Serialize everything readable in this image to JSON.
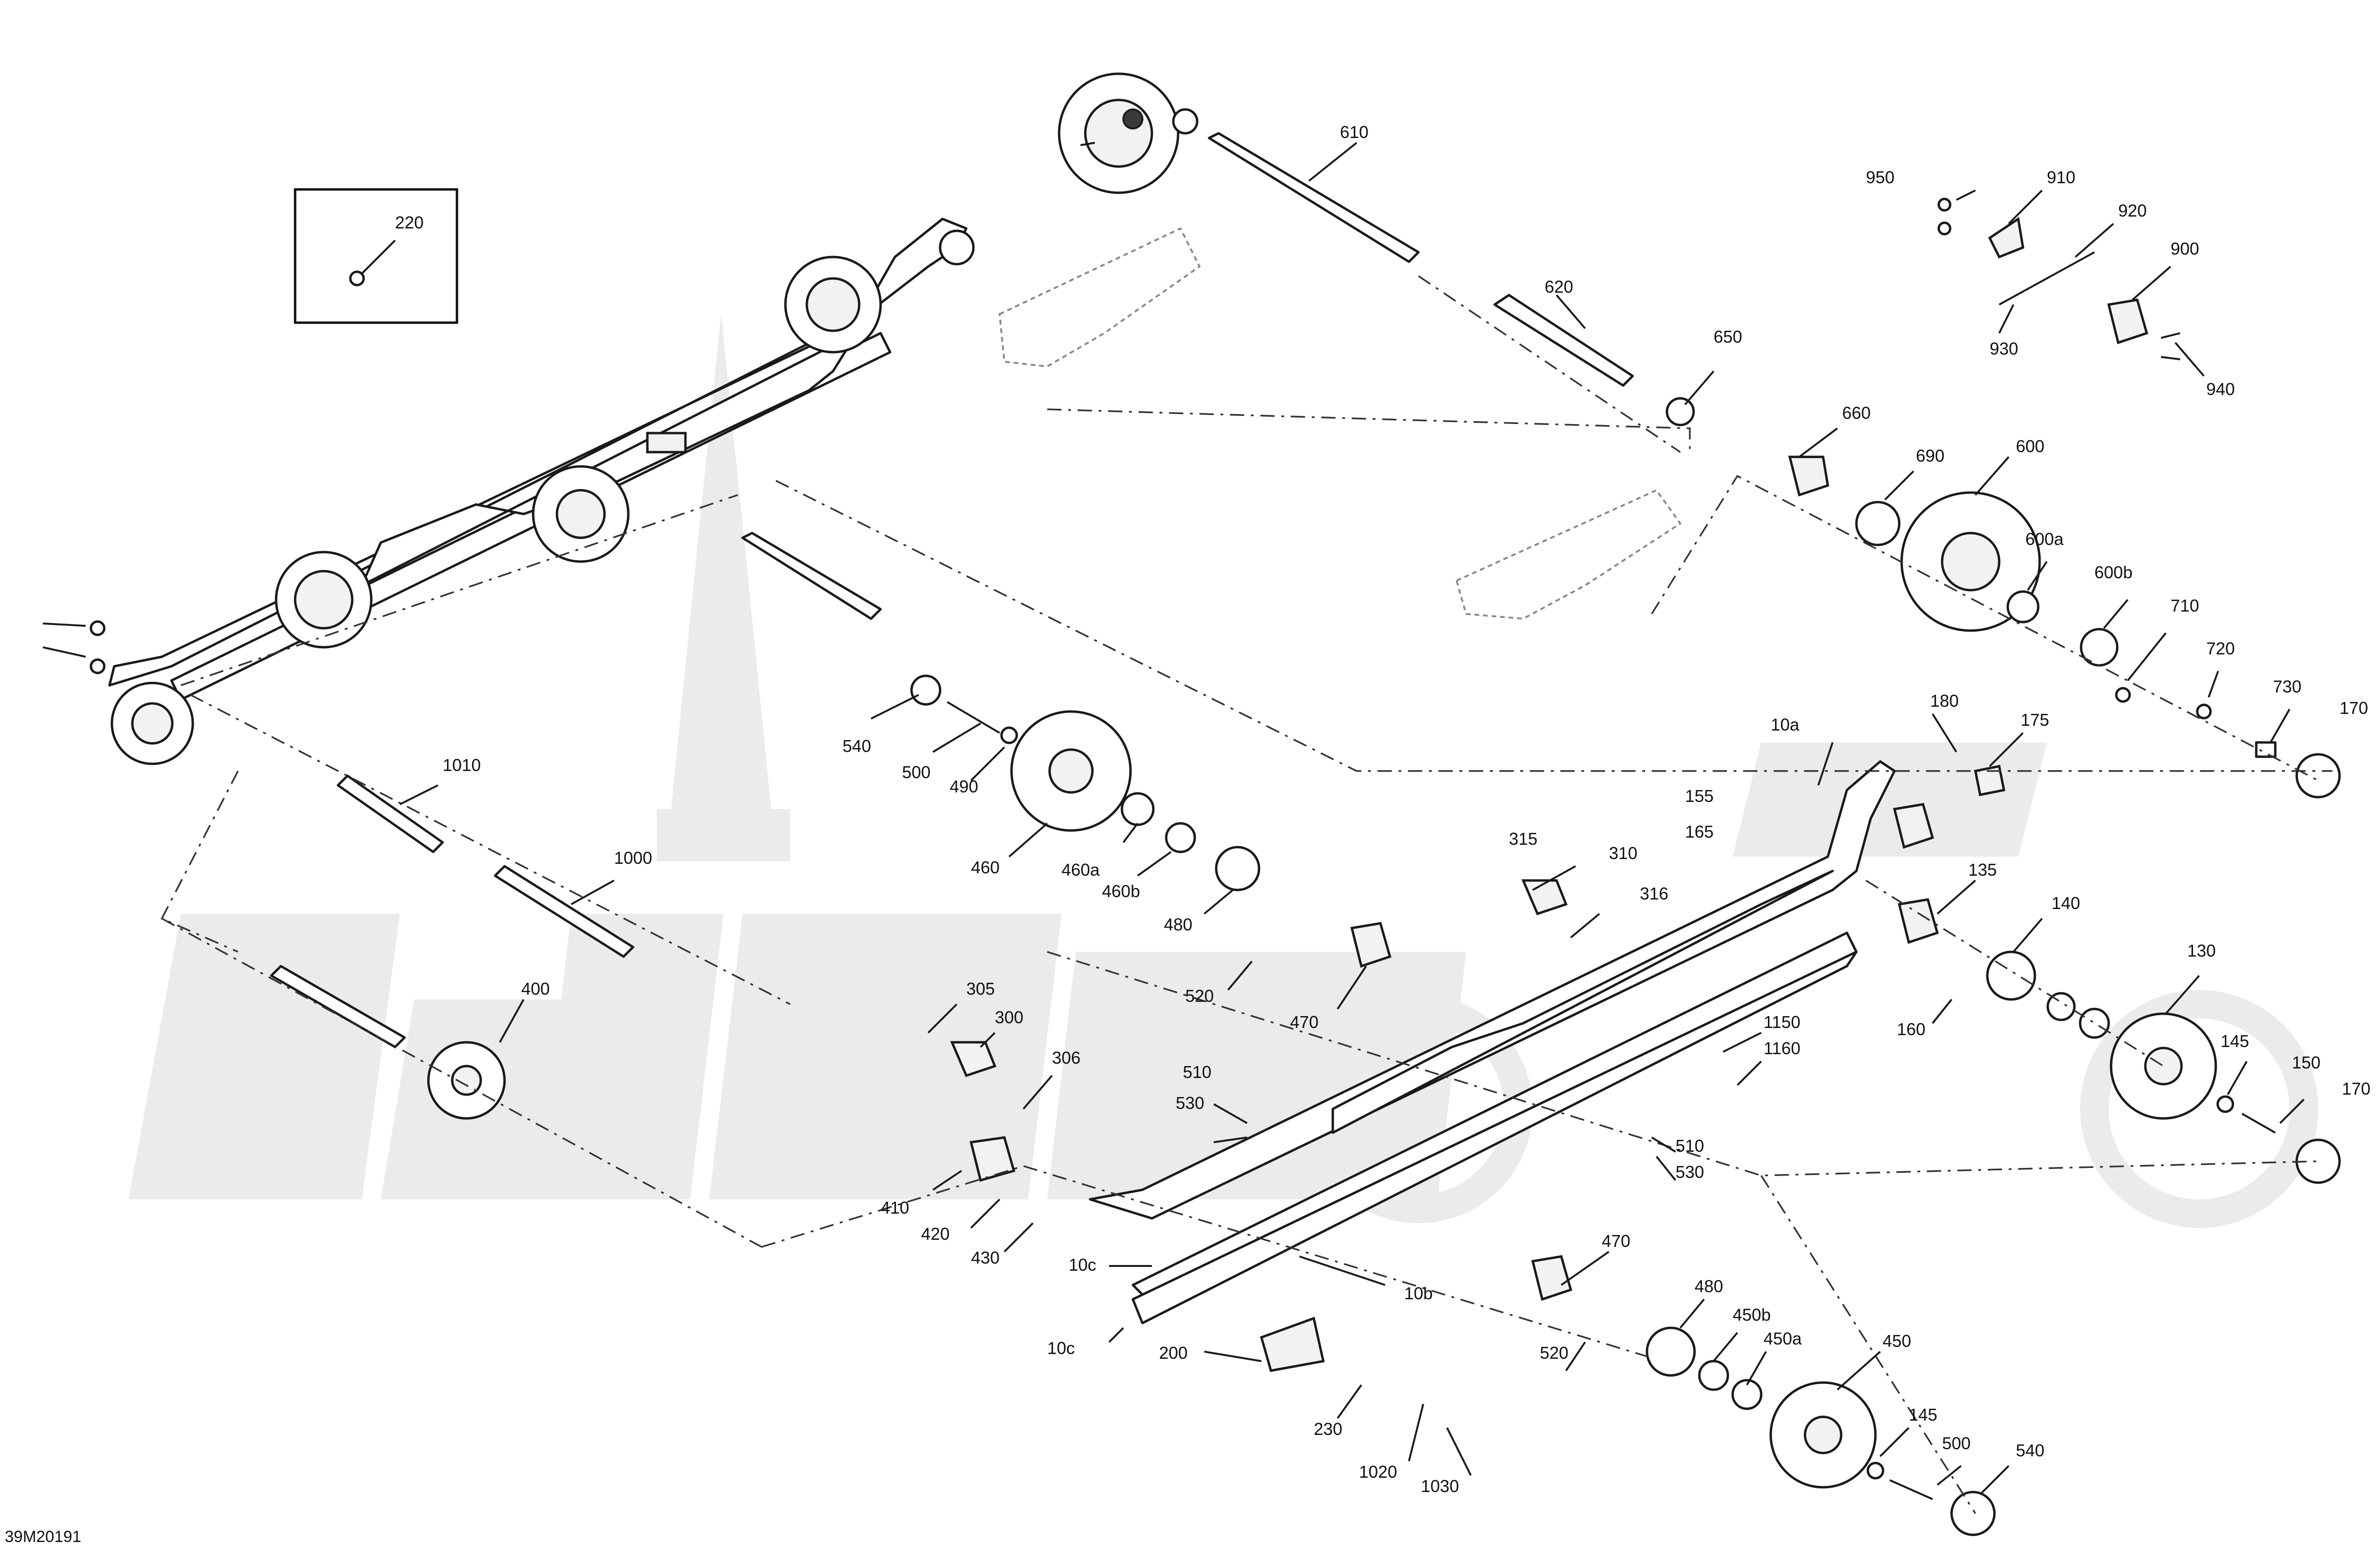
{
  "diagram_id": "39M20191",
  "inset_callout": "220",
  "callouts": [
    {
      "id": "c610",
      "text": "610"
    },
    {
      "id": "c620",
      "text": "620"
    },
    {
      "id": "c650",
      "text": "650"
    },
    {
      "id": "c660",
      "text": "660"
    },
    {
      "id": "c690",
      "text": "690"
    },
    {
      "id": "c600",
      "text": "600"
    },
    {
      "id": "c600a",
      "text": "600a"
    },
    {
      "id": "c600b",
      "text": "600b"
    },
    {
      "id": "c710",
      "text": "710"
    },
    {
      "id": "c720",
      "text": "720"
    },
    {
      "id": "c730",
      "text": "730"
    },
    {
      "id": "c170a",
      "text": "170"
    },
    {
      "id": "c950",
      "text": "950"
    },
    {
      "id": "c910",
      "text": "910"
    },
    {
      "id": "c920",
      "text": "920"
    },
    {
      "id": "c900",
      "text": "900"
    },
    {
      "id": "c930",
      "text": "930"
    },
    {
      "id": "c940",
      "text": "940"
    },
    {
      "id": "c10a",
      "text": "10a"
    },
    {
      "id": "c180",
      "text": "180"
    },
    {
      "id": "c175",
      "text": "175"
    },
    {
      "id": "c155",
      "text": "155"
    },
    {
      "id": "c165",
      "text": "165"
    },
    {
      "id": "c315",
      "text": "315"
    },
    {
      "id": "c310",
      "text": "310"
    },
    {
      "id": "c316",
      "text": "316"
    },
    {
      "id": "c135",
      "text": "135"
    },
    {
      "id": "c140",
      "text": "140"
    },
    {
      "id": "c130",
      "text": "130"
    },
    {
      "id": "c160",
      "text": "160"
    },
    {
      "id": "c145a",
      "text": "145"
    },
    {
      "id": "c150",
      "text": "150"
    },
    {
      "id": "c170b",
      "text": "170"
    },
    {
      "id": "c1150",
      "text": "1150"
    },
    {
      "id": "c1160",
      "text": "1160"
    },
    {
      "id": "c540a",
      "text": "540"
    },
    {
      "id": "c500a",
      "text": "500"
    },
    {
      "id": "c490",
      "text": "490"
    },
    {
      "id": "c460",
      "text": "460"
    },
    {
      "id": "c460a",
      "text": "460a"
    },
    {
      "id": "c460b",
      "text": "460b"
    },
    {
      "id": "c480a",
      "text": "480"
    },
    {
      "id": "c520a",
      "text": "520"
    },
    {
      "id": "c470a",
      "text": "470"
    },
    {
      "id": "c1010",
      "text": "1010"
    },
    {
      "id": "c1000",
      "text": "1000"
    },
    {
      "id": "c400",
      "text": "400"
    },
    {
      "id": "c305",
      "text": "305"
    },
    {
      "id": "c300",
      "text": "300"
    },
    {
      "id": "c306",
      "text": "306"
    },
    {
      "id": "c510a",
      "text": "510"
    },
    {
      "id": "c530a",
      "text": "530"
    },
    {
      "id": "c510b",
      "text": "510"
    },
    {
      "id": "c530b",
      "text": "530"
    },
    {
      "id": "c410",
      "text": "410"
    },
    {
      "id": "c420",
      "text": "420"
    },
    {
      "id": "c430",
      "text": "430"
    },
    {
      "id": "c10c_a",
      "text": "10c"
    },
    {
      "id": "c10b",
      "text": "10b"
    },
    {
      "id": "c10c_b",
      "text": "10c"
    },
    {
      "id": "c200",
      "text": "200"
    },
    {
      "id": "c230",
      "text": "230"
    },
    {
      "id": "c1020",
      "text": "1020"
    },
    {
      "id": "c1030",
      "text": "1030"
    },
    {
      "id": "c470b",
      "text": "470"
    },
    {
      "id": "c520b",
      "text": "520"
    },
    {
      "id": "c480b",
      "text": "480"
    },
    {
      "id": "c450b",
      "text": "450b"
    },
    {
      "id": "c450a",
      "text": "450a"
    },
    {
      "id": "c450",
      "text": "450"
    },
    {
      "id": "c145b",
      "text": "145"
    },
    {
      "id": "c500b",
      "text": "500"
    },
    {
      "id": "c540b",
      "text": "540"
    }
  ]
}
